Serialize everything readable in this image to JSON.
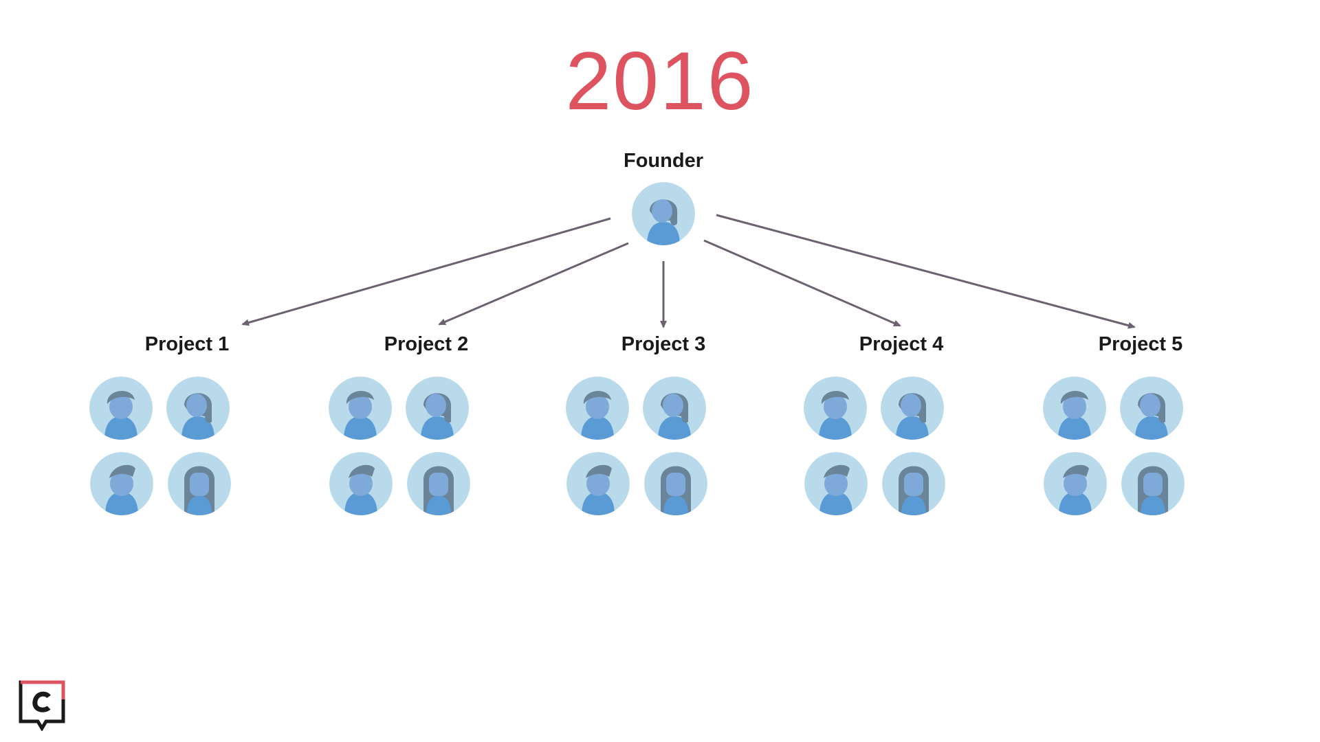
{
  "title": "2016",
  "founder": {
    "label": "Founder",
    "avatar": "woman-short-hair-icon"
  },
  "projects": [
    {
      "label": "Project 1",
      "members": [
        "man-icon",
        "woman-icon",
        "man-side-part-icon",
        "woman-long-hair-icon"
      ]
    },
    {
      "label": "Project 2",
      "members": [
        "man-icon",
        "woman-icon",
        "man-side-part-icon",
        "woman-long-hair-icon"
      ]
    },
    {
      "label": "Project 3",
      "members": [
        "man-icon",
        "woman-icon",
        "man-side-part-icon",
        "woman-long-hair-icon"
      ]
    },
    {
      "label": "Project 4",
      "members": [
        "man-icon",
        "woman-icon",
        "man-side-part-icon",
        "woman-long-hair-icon"
      ]
    },
    {
      "label": "Project 5",
      "members": [
        "man-icon",
        "woman-icon",
        "man-side-part-icon",
        "woman-long-hair-icon"
      ]
    }
  ],
  "colors": {
    "title": "#de5360",
    "arrow": "#6b6170",
    "avatar_bg": "#b9daea",
    "avatar_body": "#5b9bd5",
    "avatar_face": "#7fa9d8",
    "avatar_hair": "#6a849a",
    "logo_red": "#de5360",
    "logo_dark": "#1a1a1a"
  },
  "logo": {
    "name": "c-logo-icon"
  }
}
